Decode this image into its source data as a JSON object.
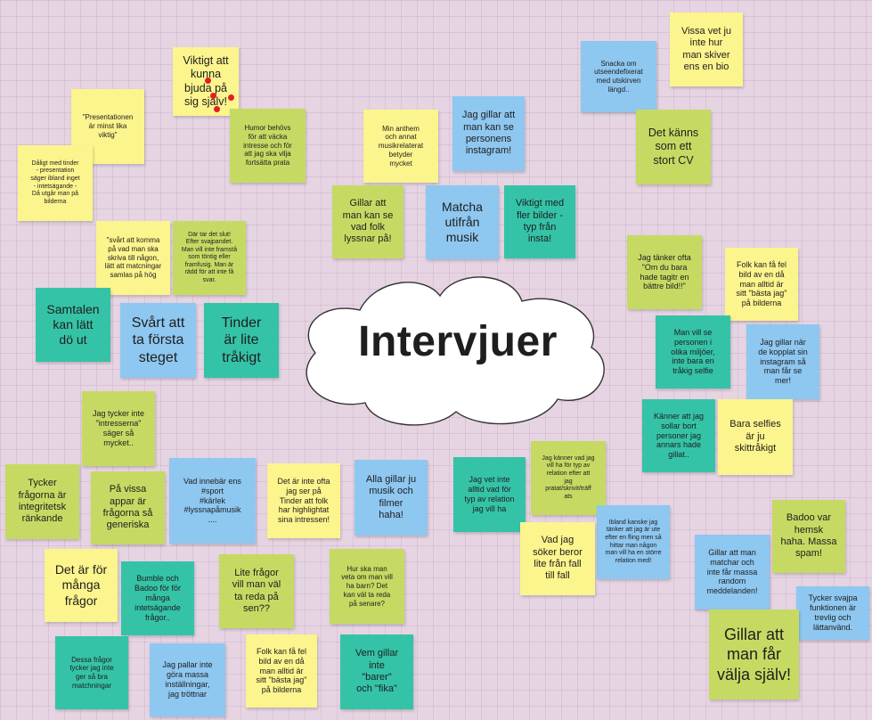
{
  "title": "Intervjuer",
  "colors": {
    "yellow": "#fcf48d",
    "green": "#c6da63",
    "teal": "#35c3a8",
    "blue": "#8ec7f0",
    "marker_dots": "#e02020",
    "board": "#e6d4e3"
  },
  "notes": [
    {
      "id": "n1",
      "text": "Viktigt att\nkunna\nbjuda på\nsig själv!"
    },
    {
      "id": "n2",
      "text": "\"Presentationen\när minst lika\nviktig\""
    },
    {
      "id": "n3",
      "text": "Humor behövs\nför att väcka\nintresse och för\natt jag ska vilja\nfortsätta prata"
    },
    {
      "id": "n4",
      "text": "Dåligt med tinder\n- presentation\nsäger ibland inget\n- intetsägande -\nDå utgår man på\nbilderna"
    },
    {
      "id": "n5",
      "text": "Min anthem\noch annat\nmusikrelaterat\nbetyder\nmycket"
    },
    {
      "id": "n6",
      "text": "Jag gillar att\nman kan se\npersonens\ninstagram!"
    },
    {
      "id": "n7",
      "text": "Snacka om\nutseendefixerat\nmed utskirven\nlängd.."
    },
    {
      "id": "n8",
      "text": "Vissa vet ju\ninte hur\nman skiver\nens en bio"
    },
    {
      "id": "n9",
      "text": "Det känns\nsom ett\nstort CV"
    },
    {
      "id": "n10",
      "text": "Gillar att\nman kan se\nvad folk\nlyssnar på!"
    },
    {
      "id": "n11",
      "text": "Matcha\nutifrån\nmusik"
    },
    {
      "id": "n12",
      "text": "Viktigt med\nfler bilder -\ntyp från\ninsta!"
    },
    {
      "id": "n13",
      "text": "\"svårt att komma\npå vad man ska\nskriva till någon,\nlätt att matcningar\nsamlas på hög"
    },
    {
      "id": "n14",
      "text": "Där tar det slut!\nEfter svajpandet.\nMan vill inte framstå\nsom töntig eller\nframfusig. Man är\nrädd för att inte få\nsvar."
    },
    {
      "id": "n15",
      "text": "Jag tänker ofta\n\"Om du bara\nhade tagitr en\nbättre bild!!\""
    },
    {
      "id": "n16",
      "text": "Folk kan få fel\nbild av en då\nman alltid är\nsitt \"bästa jag\"\npå bilderna"
    },
    {
      "id": "n17",
      "text": "Samtalen\nkan lätt\ndö ut"
    },
    {
      "id": "n18",
      "text": "Svårt att\nta första\nsteget"
    },
    {
      "id": "n19",
      "text": "Tinder\när lite\ntråkigt"
    },
    {
      "id": "n20",
      "text": "Man vill se\npersonen i\nolika miljöer,\ninte bara en\ntråkig selfie"
    },
    {
      "id": "n21",
      "text": "Jag gillar när\nde kopplat sin\ninstagram så\nman får se\nmer!"
    },
    {
      "id": "n22",
      "text": "Jag tycker inte\n\"intresserna\"\nsäger så\nmycket.."
    },
    {
      "id": "n23",
      "text": "Känner att jag\nsollar bort\npersoner jag\nannars hade\ngillat.."
    },
    {
      "id": "n24",
      "text": "Bara selfies\när ju\nskittråkigt"
    },
    {
      "id": "n25",
      "text": "Tycker\nfrågorna är\nintegritetsk\nränkande"
    },
    {
      "id": "n26",
      "text": "På vissa\nappar är\nfrågorna så\ngeneriska"
    },
    {
      "id": "n27",
      "text": "Vad innebär ens\n#sport\n#kärlek\n#lyssnapåmusik\n...."
    },
    {
      "id": "n28",
      "text": "Det är inte ofta\njag ser på\nTinder att folk\nhar highlightat\nsina intressen!"
    },
    {
      "id": "n29",
      "text": "Alla gillar ju\nmusik och\nfilmer\nhaha!"
    },
    {
      "id": "n30",
      "text": "Jag vet inte\nalltid vad för\ntyp av relation\njag vill ha"
    },
    {
      "id": "n31",
      "text": "Jag känner vad jag\nvill ha för typ av\nrelation efter att\njag\npratat/skrivit/träff\nats"
    },
    {
      "id": "n32",
      "text": "Ibland kanske jag\ntänker att jag är ute\nefter en fling men så\nhittar man någon\nman vill ha en större\nrelation med!"
    },
    {
      "id": "n33",
      "text": "Vad jag\nsöker beror\nlite från fall\ntill fall"
    },
    {
      "id": "n34",
      "text": "Badoo var\nhemsk\nhaha. Massa\nspam!"
    },
    {
      "id": "n35",
      "text": "Det är för\nmånga\nfrågor"
    },
    {
      "id": "n36",
      "text": "Bumble och\nBadoo för för\nmånga\nintetsägande\nfrågor.."
    },
    {
      "id": "n37",
      "text": "Lite frågor\nvill man väl\nta reda på\nsen??"
    },
    {
      "id": "n38",
      "text": "Hur ska man\nveta om man vill\nha barn? Det\nkan väl ta reda\npå senare?"
    },
    {
      "id": "n39",
      "text": "Gillar att man\nmatchar och\ninte får massa\nrandom\nmeddelanden!"
    },
    {
      "id": "n40",
      "text": "Tycker svajpa\nfunktionen är\ntrevlig och\nlättanvänd."
    },
    {
      "id": "n41",
      "text": "Gillar att\nman får\nvälja själv!"
    },
    {
      "id": "n42",
      "text": "Dessa frågor\ntycker jag inte\nger så bra\nmatchningar"
    },
    {
      "id": "n43",
      "text": "Jag pallar inte\ngöra massa\ninställningar,\njag tröttnar"
    },
    {
      "id": "n44",
      "text": "Folk kan få fel\nbild av en då\nman alltid är\nsitt \"bästa jag\"\npå bilderna"
    },
    {
      "id": "n45",
      "text": "Vem gillar\ninte\n\"barer\"\noch \"fika\""
    }
  ]
}
